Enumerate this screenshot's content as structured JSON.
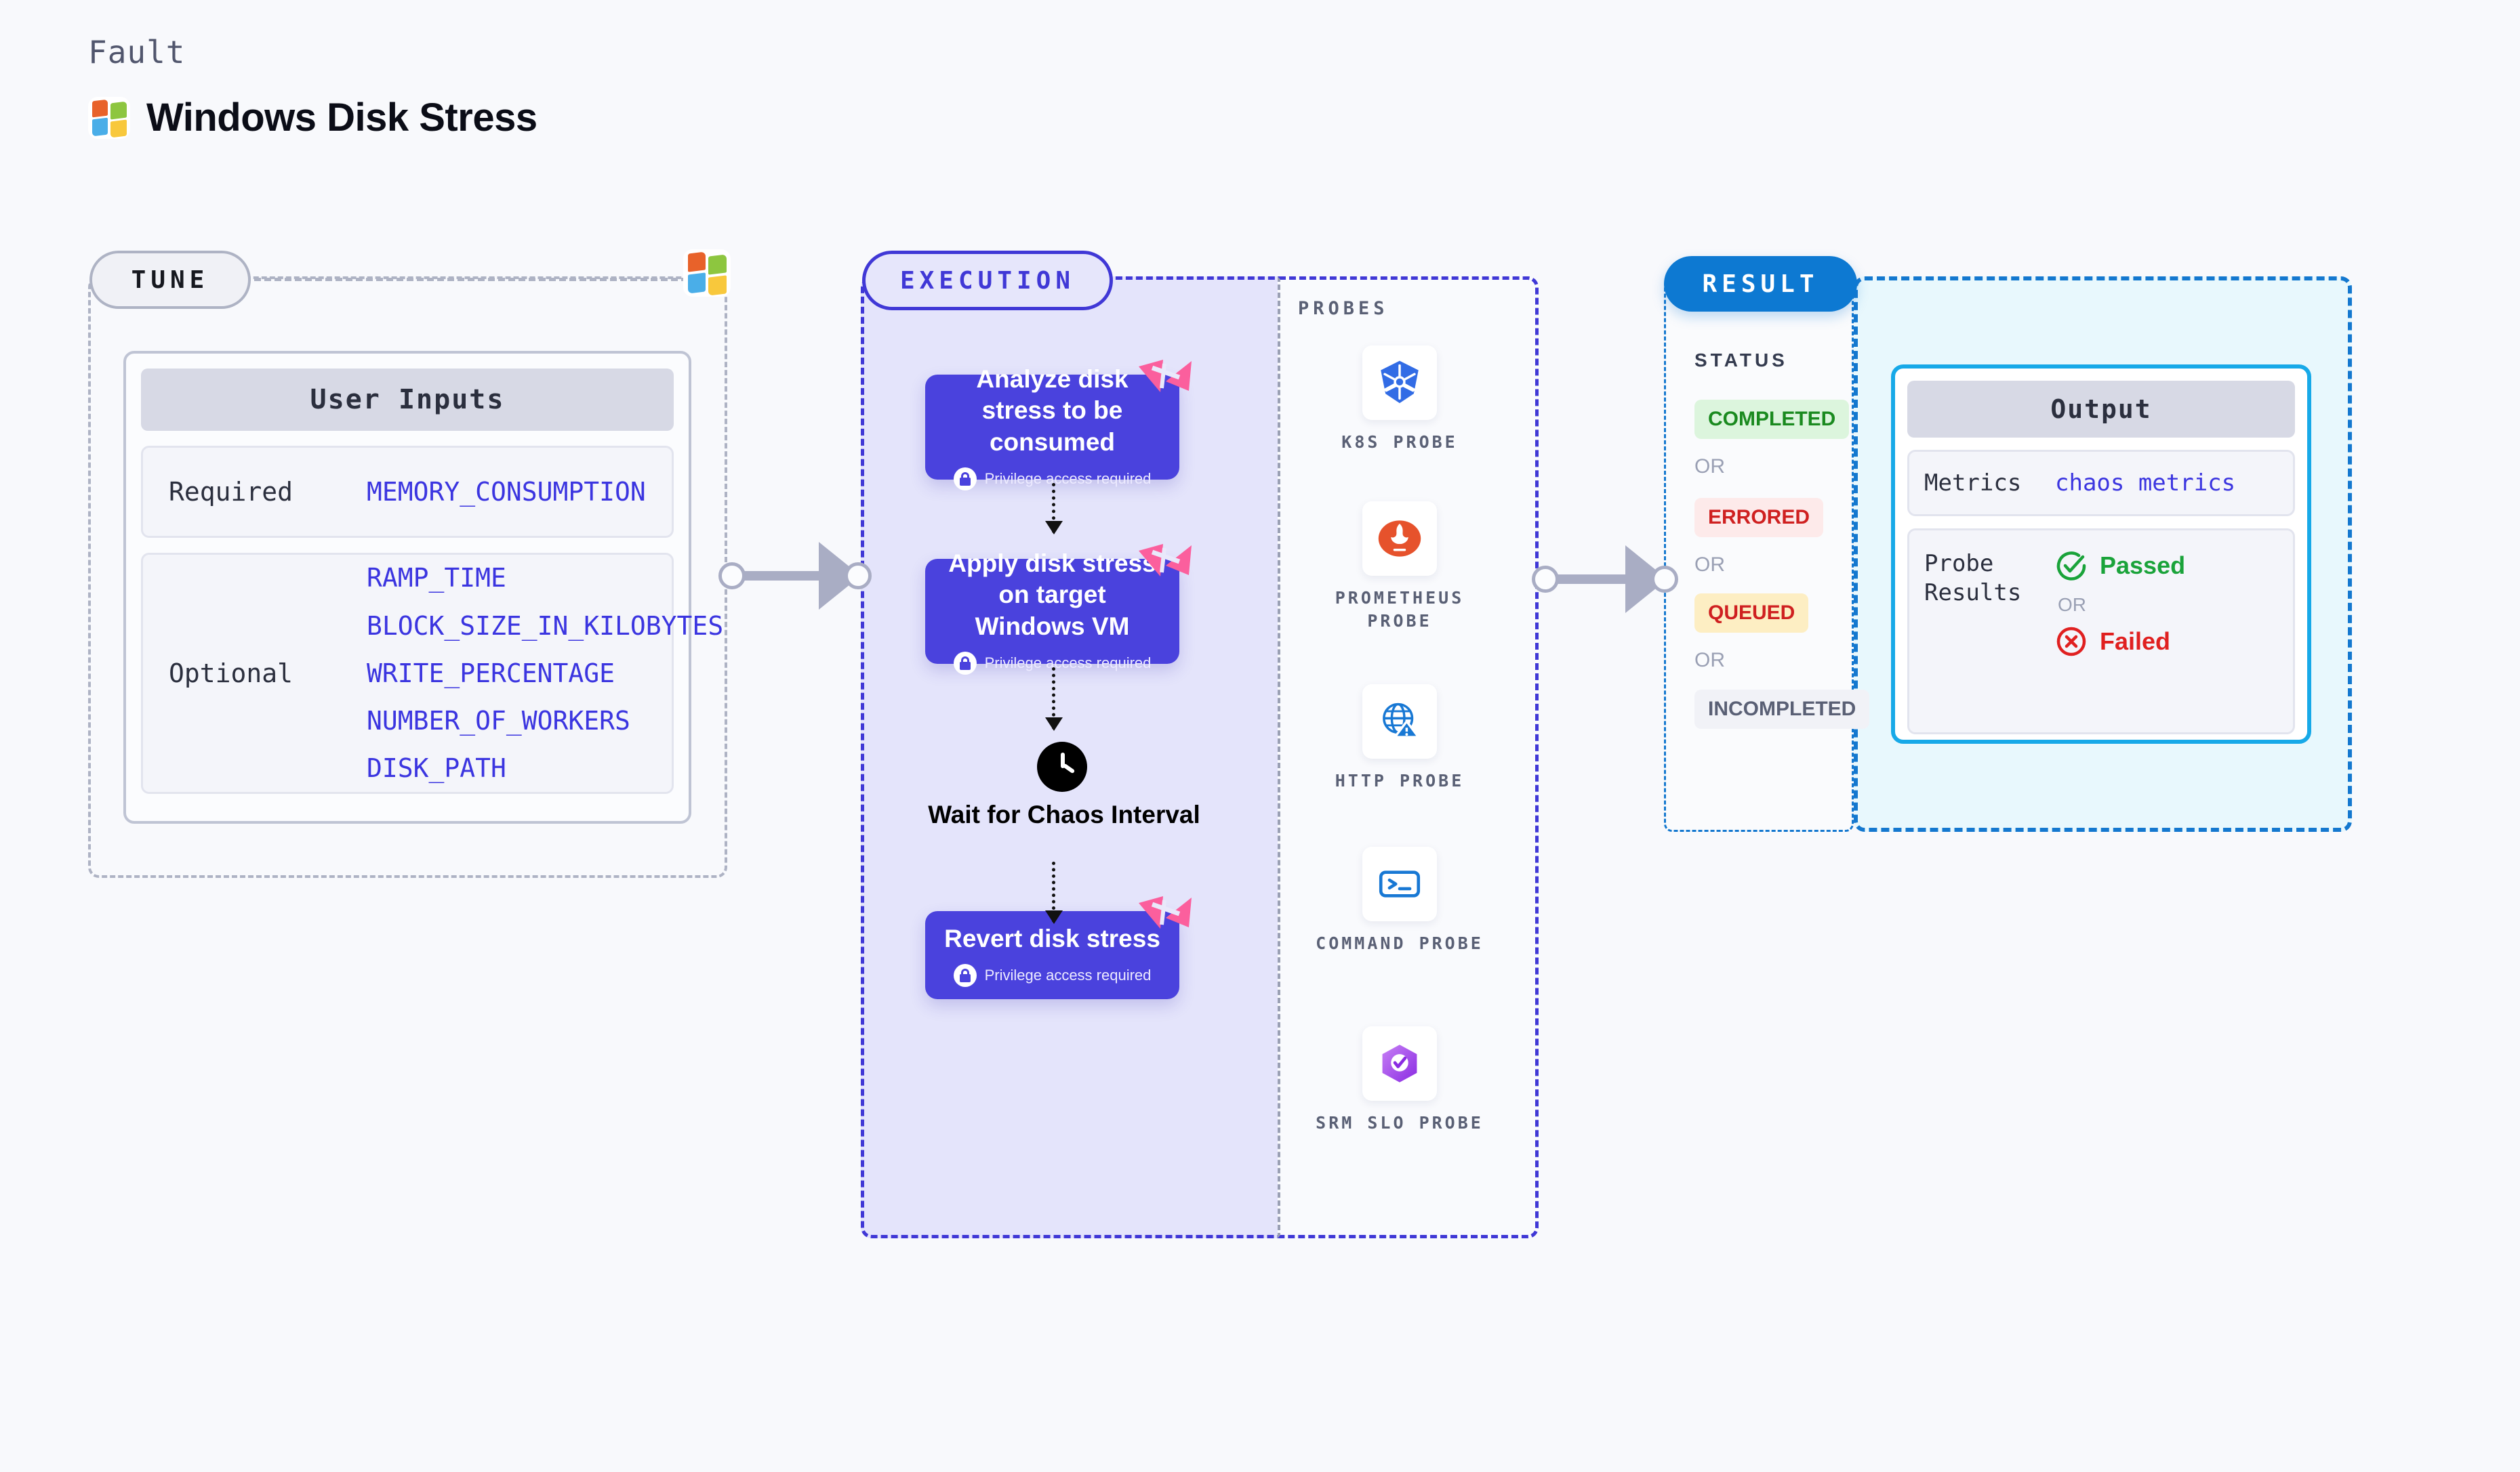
{
  "header": {
    "kicker": "Fault",
    "title": "Windows Disk Stress",
    "logo_icon": "windows-logo-icon"
  },
  "colors": {
    "background": "#f8f9fc",
    "tune_border": "#aeb3c4",
    "execution_accent": "#4038d6",
    "execution_panel_bg": "#e4e4fb",
    "step_block": "#4a42dd",
    "result_accent": "#0d79d2",
    "output_border": "#17a9e8",
    "output_panel_bg": "#e8f8fd",
    "mono_value_blue": "#3b35e0",
    "fault_badge_pink": "#fb5f9d",
    "passed_green": "#1aa33a",
    "failed_red": "#e02020",
    "connector_gray": "#a9adc4"
  },
  "tune": {
    "pill_label": "TUNE",
    "card_title": "User Inputs",
    "groups": [
      {
        "label": "Required",
        "values": [
          "MEMORY_CONSUMPTION"
        ]
      },
      {
        "label": "Optional",
        "values": [
          "RAMP_TIME",
          "BLOCK_SIZE_IN_KILOBYTES",
          "WRITE_PERCENTAGE",
          "NUMBER_OF_WORKERS",
          "DISK_PATH"
        ]
      }
    ]
  },
  "execution": {
    "pill_label": "EXECUTION",
    "privilege_note": "Privilege access required",
    "steps": [
      {
        "title": "Analyze disk stress to be consumed",
        "privileged": true,
        "badge_icon": "fault-injection-icon"
      },
      {
        "title": "Apply disk stress on target Windows VM",
        "privileged": true,
        "badge_icon": "fault-injection-icon"
      },
      {
        "title": "Revert disk stress",
        "privileged": true,
        "badge_icon": "fault-injection-icon"
      }
    ],
    "wait": {
      "icon": "clock-icon",
      "label": "Wait for Chaos Interval"
    }
  },
  "probes": {
    "title": "PROBES",
    "items": [
      {
        "label": "K8S PROBE",
        "icon": "kubernetes-icon"
      },
      {
        "label": "PROMETHEUS PROBE",
        "icon": "prometheus-icon"
      },
      {
        "label": "HTTP PROBE",
        "icon": "http-globe-icon"
      },
      {
        "label": "COMMAND PROBE",
        "icon": "terminal-icon"
      },
      {
        "label": "SRM SLO PROBE",
        "icon": "srm-slo-icon"
      }
    ]
  },
  "result": {
    "pill_label": "RESULT",
    "status_title": "STATUS",
    "or_label": "OR",
    "statuses": [
      {
        "label": "COMPLETED",
        "bg": "#dcf5dd",
        "fg": "#1a8a1f"
      },
      {
        "label": "ERRORED",
        "bg": "#fdeaea",
        "fg": "#cf2020"
      },
      {
        "label": "QUEUED",
        "bg": "#fdeec3",
        "fg": "#cf2020"
      },
      {
        "label": "INCOMPLETED",
        "bg": "#f1f2f7",
        "fg": "#5a6075"
      }
    ],
    "output": {
      "card_title": "Output",
      "metrics_label": "Metrics",
      "metrics_value": "chaos metrics",
      "probe_results_label": "Probe Results",
      "passed_label": "Passed",
      "failed_label": "Failed",
      "or_label": "OR"
    }
  }
}
